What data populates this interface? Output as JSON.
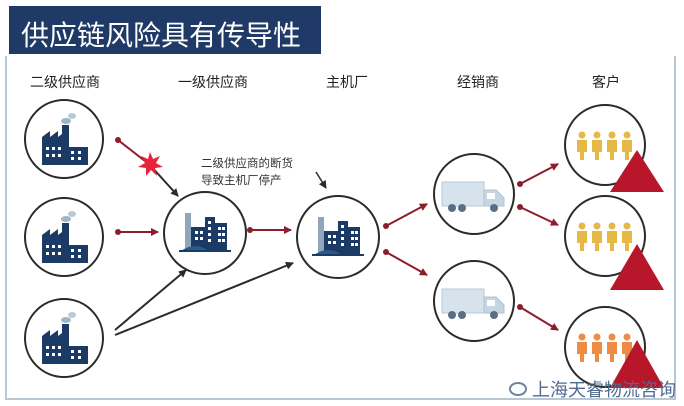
{
  "title": "供应链风险具有传导性",
  "columns": {
    "tier2": "二级供应商",
    "tier1": "一级供应商",
    "oem": "主机厂",
    "dealer": "经销商",
    "customer": "客户"
  },
  "note": {
    "line1": "二级供应商的断货",
    "line2": "导致主机厂停产"
  },
  "watermark": "上海天睿物流咨询",
  "colors": {
    "title_bg": "#1f3a66",
    "node_fill": "#1b3a66",
    "arrow": "#8f1c2a",
    "burst": "#e8233a",
    "warning": "#b8162b",
    "customer_normal": "#e6b845",
    "customer_affected": "#ef8b45",
    "truck": "#d7e3ec"
  },
  "icons": [
    "factory-icon",
    "industrial-plant-icon",
    "truck-icon",
    "people-icon",
    "warning-triangle-icon",
    "burst-icon",
    "wechat-icon"
  ]
}
